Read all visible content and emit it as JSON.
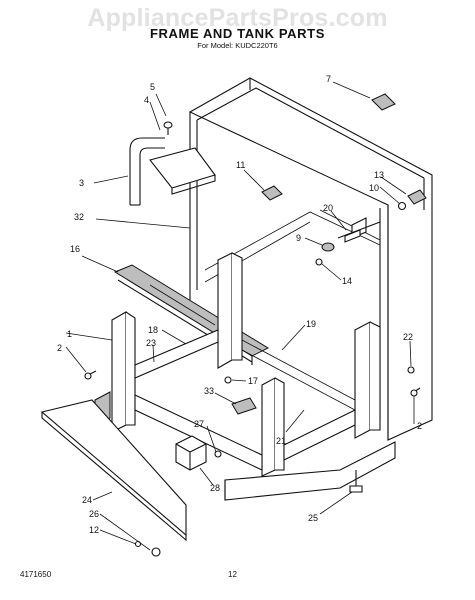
{
  "watermark": "AppliancePartsPros.com",
  "title": "FRAME AND TANK PARTS",
  "model_line": "For Model: KUDC220T6",
  "doc_number": "4171650",
  "page_number": "12",
  "callouts": [
    "1",
    "2",
    "3",
    "4",
    "5",
    "7",
    "9",
    "10",
    "11",
    "12",
    "13",
    "14",
    "16",
    "17",
    "18",
    "19",
    "2",
    "20",
    "21",
    "22",
    "23",
    "24",
    "25",
    "26",
    "27",
    "28",
    "32",
    "33"
  ]
}
